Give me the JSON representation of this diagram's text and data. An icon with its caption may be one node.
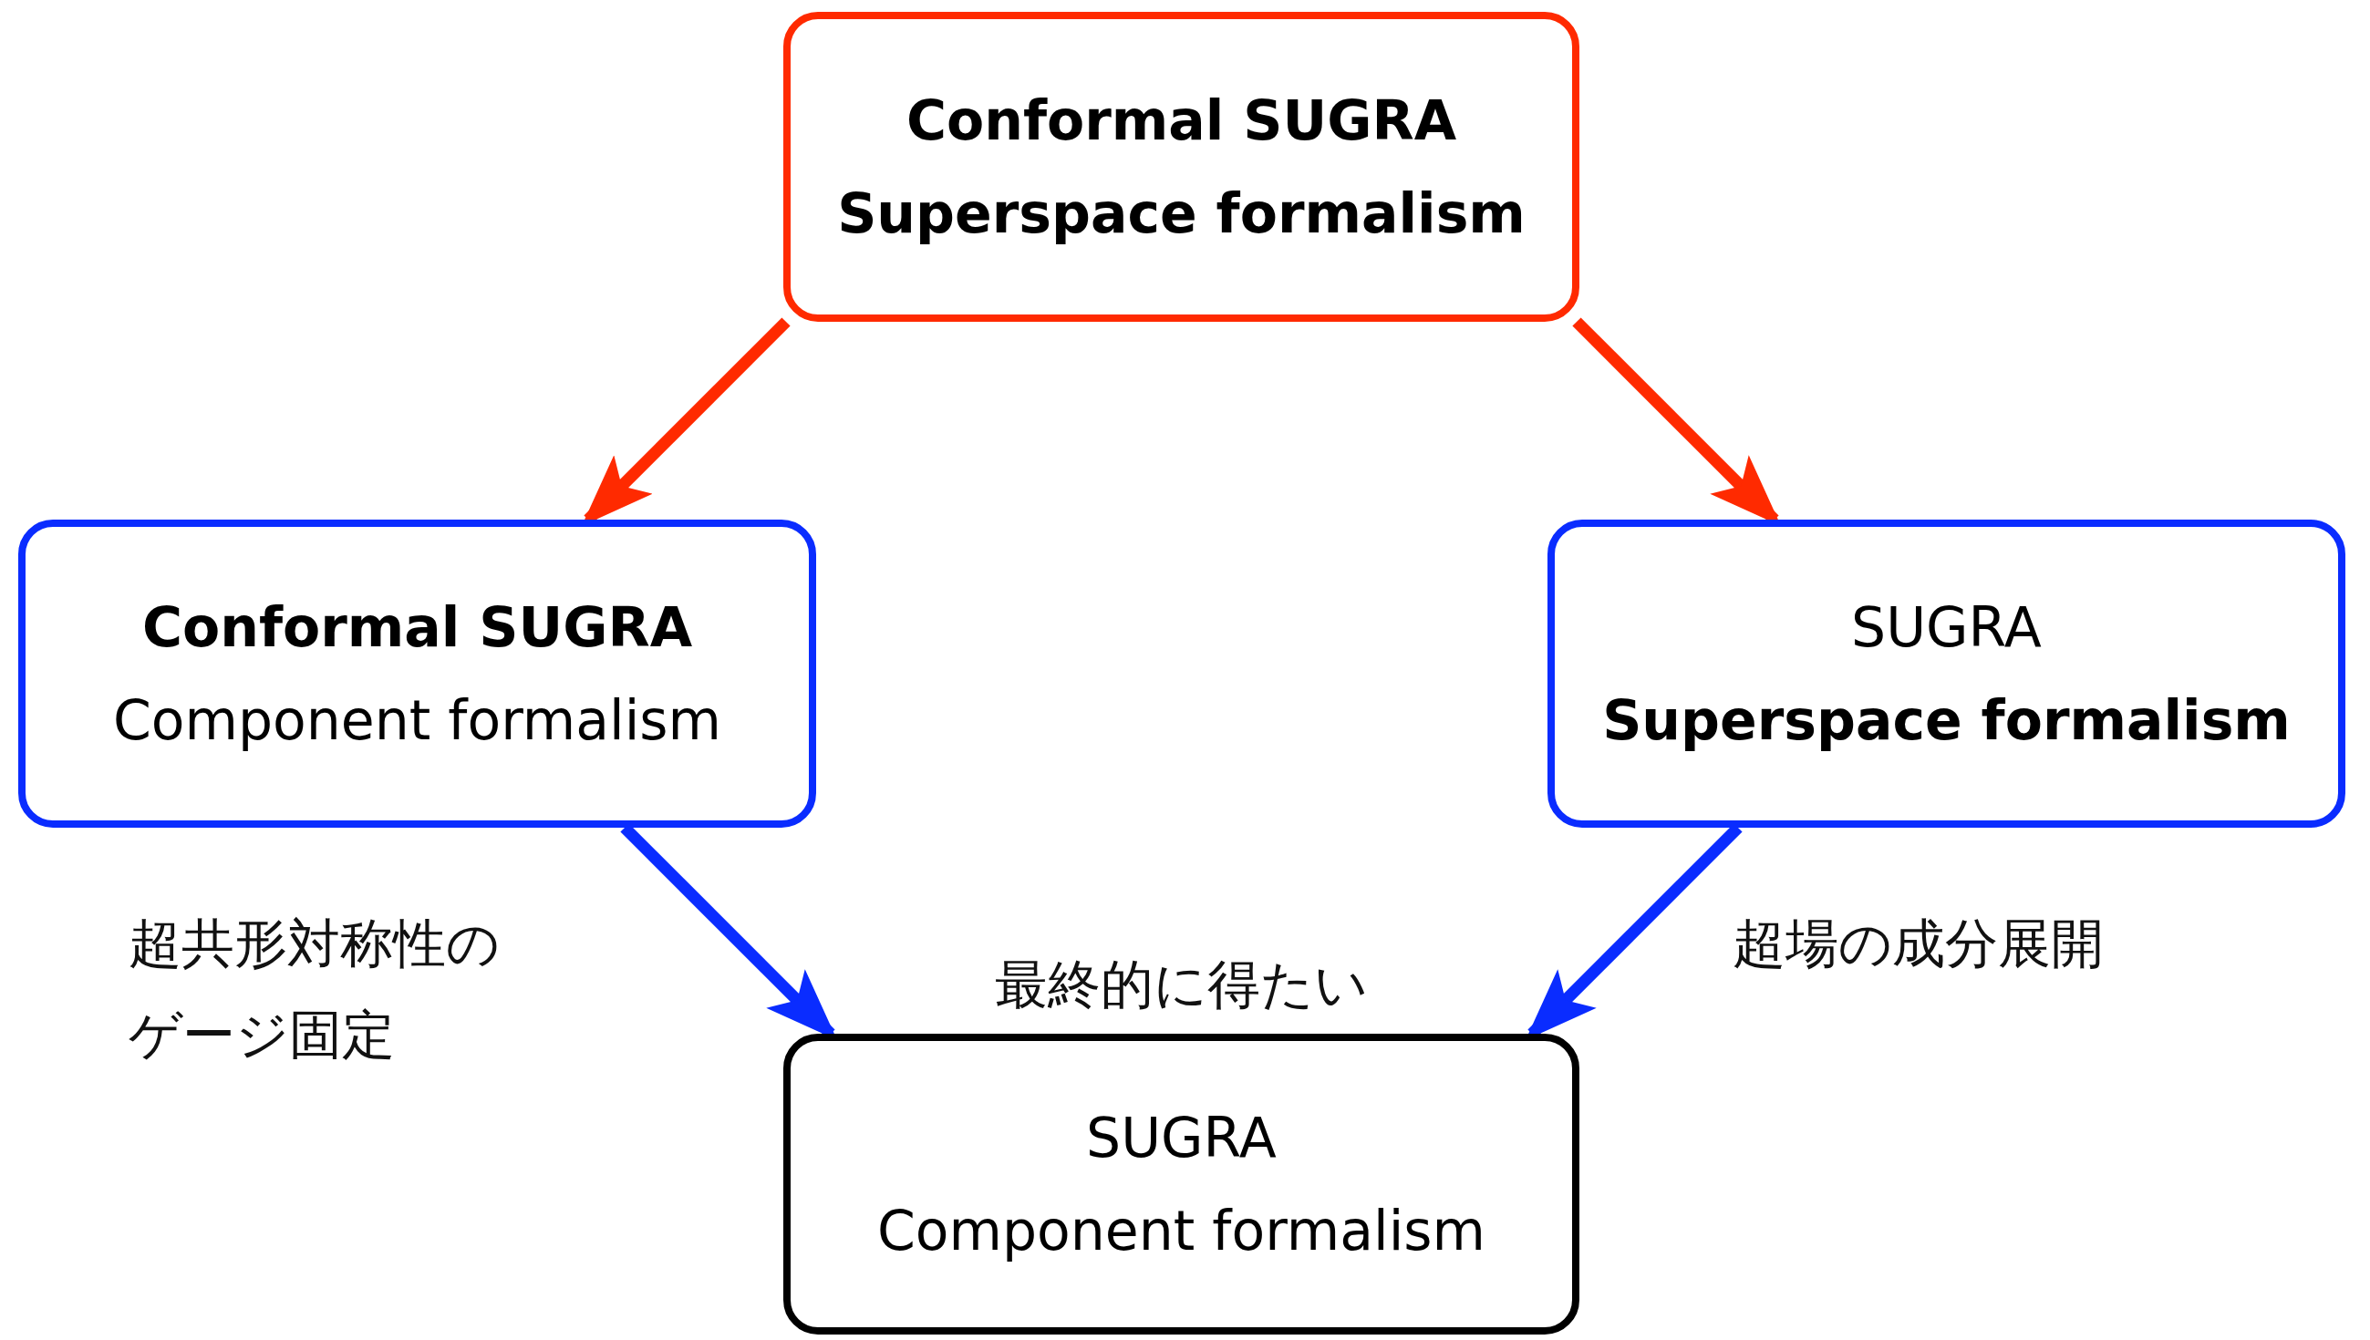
{
  "diagram": {
    "nodes": [
      {
        "text": [
          "Conformal SUGRA",
          "Superspace formalism"
        ]
      },
      {
        "text": [
          "Conformal SUGRA",
          "Component formalism"
        ]
      },
      {
        "text": [
          "SUGRA",
          "Superspace formalism"
        ]
      },
      {
        "text": [
          "SUGRA",
          "Component formalism"
        ],
        "beside": [
          "最終的に得たい"
        ]
      }
    ],
    "edges": [
      {
        "from": 0,
        "to": 1,
        "arrow": "to",
        "color": "#ff2a00"
      },
      {
        "from": 0,
        "to": 2,
        "arrow": "to",
        "color": "#ff2a00"
      },
      {
        "from": 1,
        "to": 3,
        "arrow": "to",
        "label": "超共形対称性のゲージ固定",
        "color": "#0a2cff"
      },
      {
        "from": 2,
        "to": 3,
        "arrow": "to",
        "label": "超場の成分展開",
        "color": "#0a2cff"
      }
    ]
  }
}
